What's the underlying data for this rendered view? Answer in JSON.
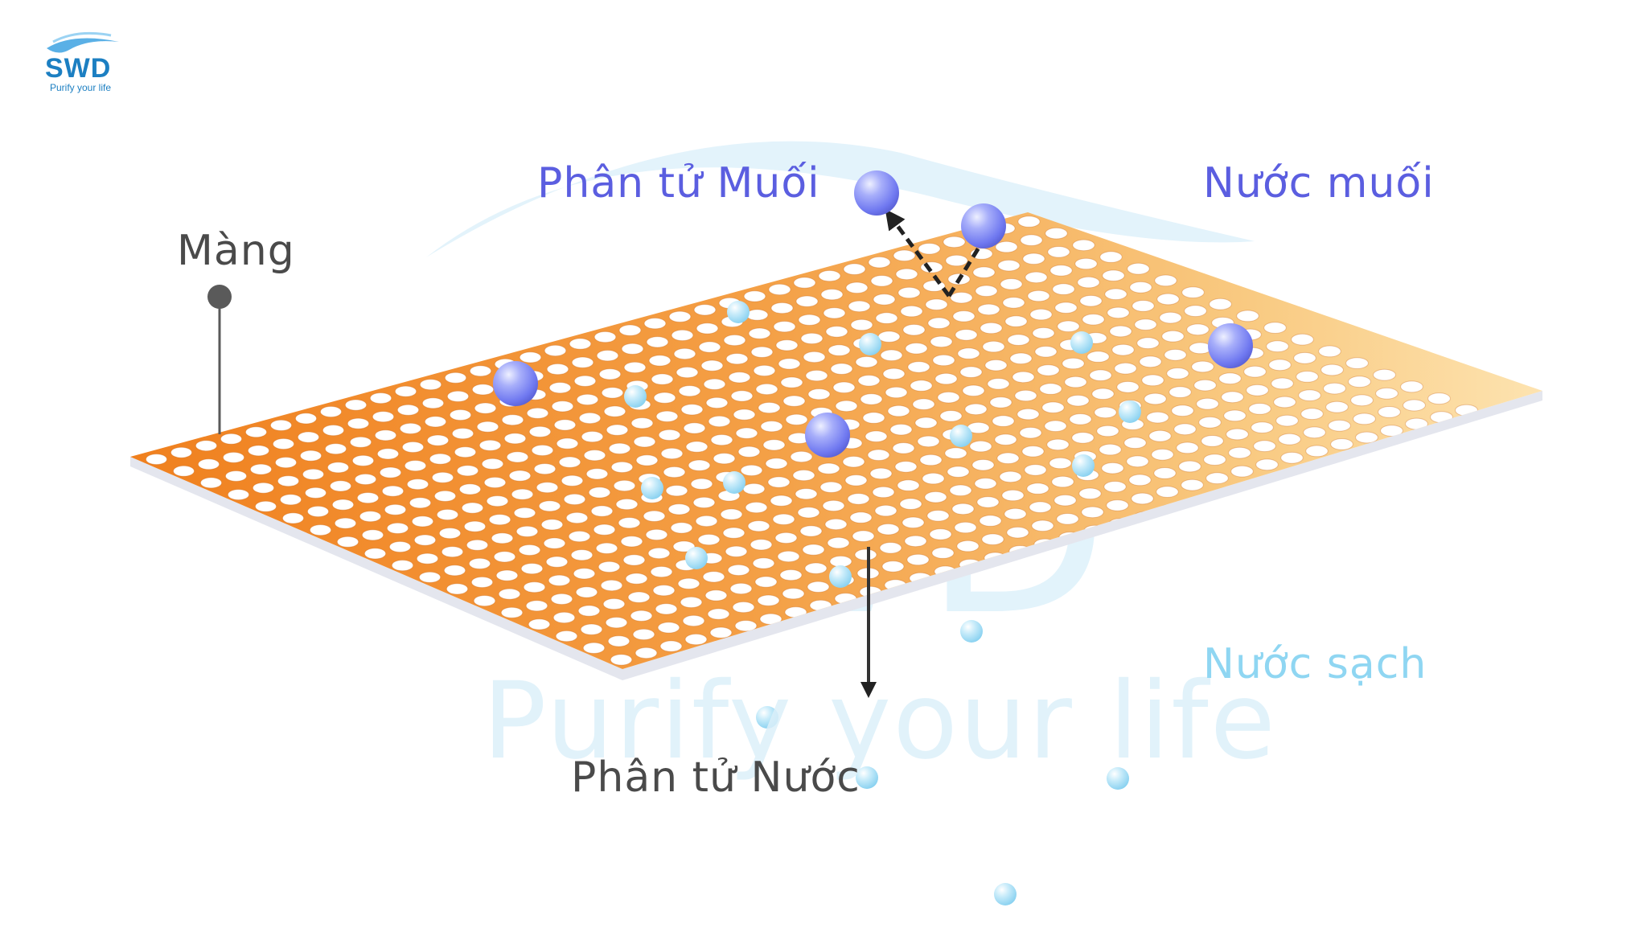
{
  "logo": {
    "name": "SWD",
    "tagline": "Purify your life"
  },
  "watermark": {
    "letters": "SWD",
    "tagline": "Purify your life"
  },
  "labels": {
    "membrane": "Màng",
    "salt_molecule": "Phân tử Muối",
    "salt_water": "Nước muối",
    "clean_water": "Nước sạch",
    "water_molecule": "Phân tử Nước"
  },
  "colors": {
    "membrane_dark": "#f0801e",
    "membrane_light": "#fde3b0",
    "salt_molecule": "#6f78f0",
    "water_molecule": "#9ddcf4",
    "label_dark": "#4a4a4a",
    "label_salt": "#5b5ee0",
    "label_clean": "#8fd6f2",
    "logo": "#1c7fc2"
  }
}
